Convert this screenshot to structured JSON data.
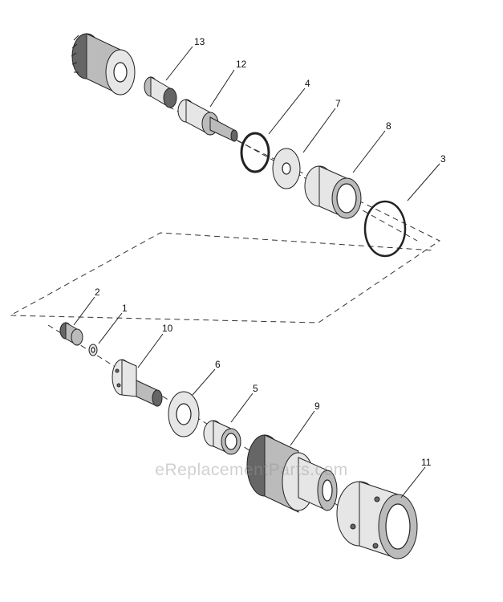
{
  "callouts": [
    {
      "num": "13"
    },
    {
      "num": "12"
    },
    {
      "num": "4"
    },
    {
      "num": "7"
    },
    {
      "num": "8"
    },
    {
      "num": "3"
    },
    {
      "num": "2"
    },
    {
      "num": "1"
    },
    {
      "num": "10"
    },
    {
      "num": "6"
    },
    {
      "num": "5"
    },
    {
      "num": "9"
    },
    {
      "num": "11"
    }
  ],
  "watermark": "eReplacementParts.com"
}
